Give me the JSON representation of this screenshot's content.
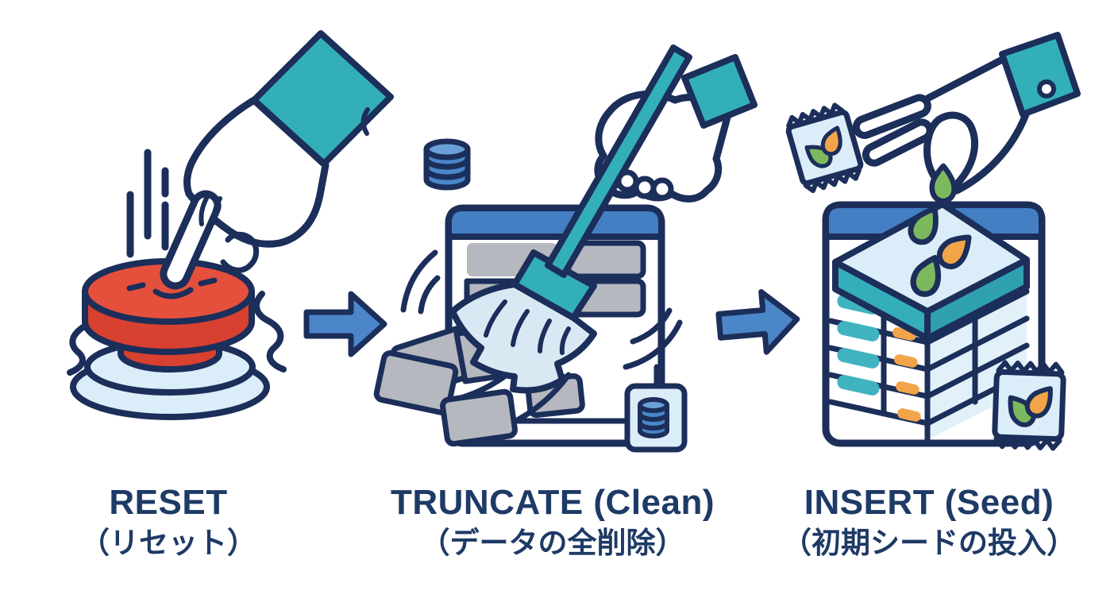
{
  "figure": {
    "type": "three-step process illustration",
    "background": "#ffffff"
  },
  "steps": [
    {
      "id": "reset",
      "title": "RESET",
      "subtitle": "（リセット）",
      "icon": "emergency-button-press-icon"
    },
    {
      "id": "truncate",
      "title": "TRUNCATE (Clean)",
      "subtitle": "（データの全削除）",
      "icon": "broom-sweeping-table-icon"
    },
    {
      "id": "insert",
      "title": "INSERT (Seed)",
      "subtitle": "（初期シードの投入）",
      "icon": "hand-sowing-seeds-icon"
    }
  ],
  "connectors": [
    {
      "from": "RESET",
      "to": "TRUNCATE (Clean)",
      "icon": "arrow-right-icon"
    },
    {
      "from": "TRUNCATE (Clean)",
      "to": "INSERT (Seed)",
      "icon": "arrow-right-icon"
    }
  ],
  "colors": {
    "outline": "#1c2e5a",
    "teal": "#33afb8",
    "red": "#e5503d",
    "red_shade": "#d8402f",
    "light_blue": "#dbedf8",
    "header_blue": "#447fc4",
    "db_blue": "#4a86c8",
    "db_blue_light": "#6aa0d8",
    "gray": "#b5b9bf",
    "green": "#7cb95e",
    "orange": "#f2a449",
    "bristle_blue": "#d9e9f4",
    "arrow_blue": "#4a86c8",
    "text": "#1e3a66"
  }
}
